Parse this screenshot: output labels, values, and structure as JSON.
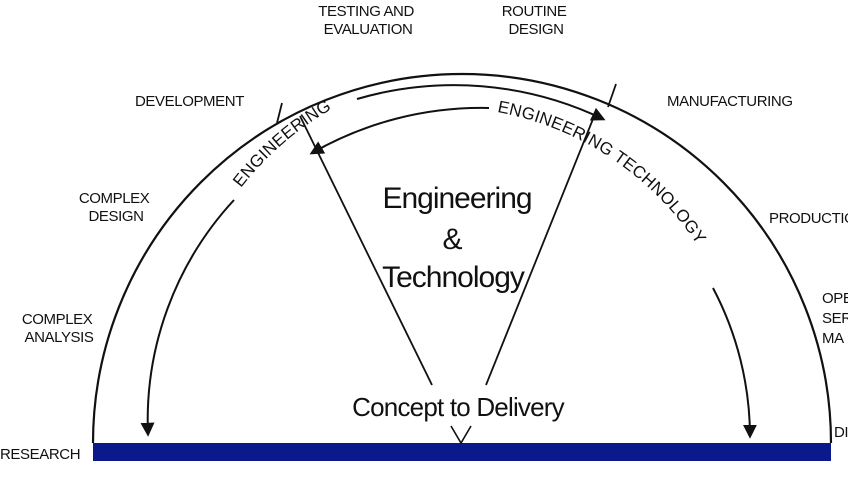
{
  "diagram": {
    "outer_labels": {
      "research": "RESEARCH",
      "complex_analysis": [
        "COMPLEX",
        "ANALYSIS"
      ],
      "complex_design": [
        "COMPLEX",
        "DESIGN"
      ],
      "development": "DEVELOPMENT",
      "testing_evaluation": [
        "TESTING AND",
        "EVALUATION"
      ],
      "routine_design": [
        "ROUTINE",
        "DESIGN"
      ],
      "manufacturing": "MANUFACTURING",
      "production": "PRODUCTIO",
      "operation": [
        "OPE",
        "SER",
        "MA"
      ],
      "end": "DI"
    },
    "arc_labels": {
      "engineering": "ENGINEERING",
      "engineering_technology": "ENGINEERING TECHNOLOGY"
    },
    "center": {
      "line1": "Engineering",
      "line2": "&",
      "line3": "Technology"
    },
    "bottom": "Concept to Delivery",
    "colors": {
      "baseline": "#0a1a8c",
      "ink": "#111111",
      "background": "#ffffff"
    }
  }
}
